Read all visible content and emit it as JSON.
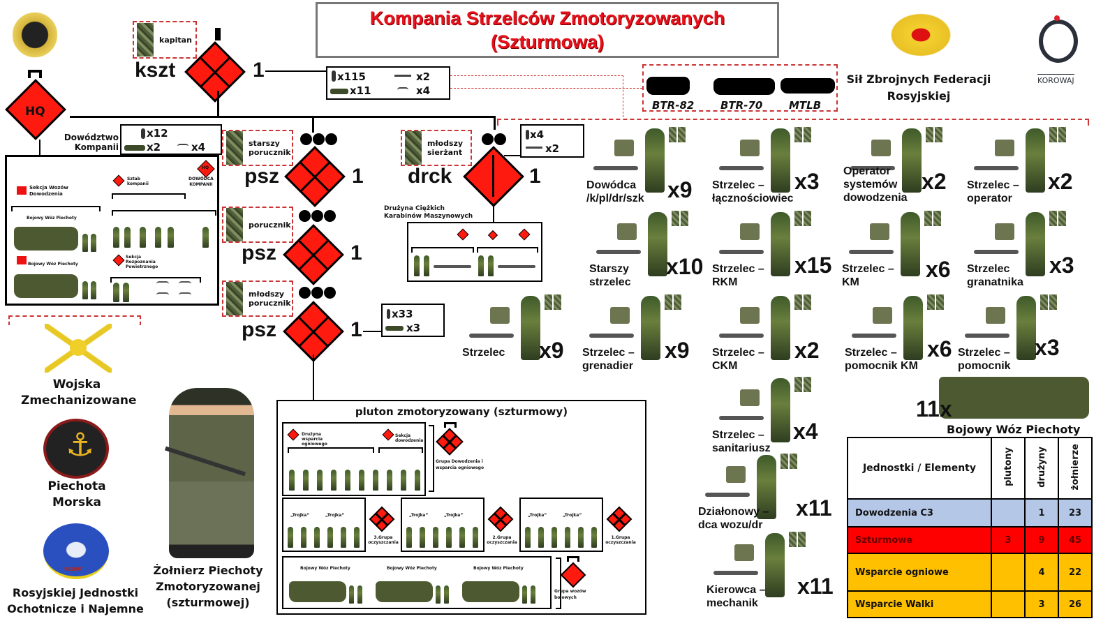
{
  "title": {
    "line1": "Kompania Strzelców Zmotoryzowanych",
    "line2": "(Szturmowa)"
  },
  "header_right": {
    "org_line1": "Sił Zbrojnych Federacji",
    "org_line2": "Rosyjskiej",
    "brand": "KOROWAJ"
  },
  "company": {
    "rank": "kapitan",
    "abbr": "kszt",
    "count": "1",
    "totals": {
      "soldiers": "x115",
      "vehicles": "x11",
      "heavy_mg": "x2",
      "drones": "x4"
    }
  },
  "vehicles": [
    "BTR-82",
    "BTR-70",
    "MTLB"
  ],
  "hq": {
    "symbol": "HQ",
    "label_line1": "Dowództwo",
    "label_line2": "Kompanii",
    "soldiers": "x12",
    "vehicles": "x2",
    "drones": "x4",
    "detail": {
      "wozy": "Sekcja Wozów Dowodzenia",
      "sztab": "Sztab kompanii",
      "dowodca_line1": "DOWÓDCA",
      "dowodca_line2": "KOMPANII",
      "bwp1": "Bojowy Wóz Piechoty",
      "bwp2": "Bojowy Wóz Piechoty",
      "rozpoznanie": "Sekcja Rozpoznania Powietrznego",
      "hq_small": "HQ"
    }
  },
  "platoons": [
    {
      "rank_line1": "starszy",
      "rank_line2": "porucznik",
      "abbr": "psz",
      "count": "1"
    },
    {
      "rank_line1": "porucznik",
      "rank_line2": "",
      "abbr": "psz",
      "count": "1"
    },
    {
      "rank_line1": "młodszy",
      "rank_line2": "porucznik",
      "abbr": "psz",
      "count": "1",
      "soldiers": "x33",
      "vehicles": "x3"
    }
  ],
  "drck": {
    "rank_line1": "młodszy",
    "rank_line2": "sierżant",
    "abbr": "drck",
    "count": "1",
    "soldiers": "x4",
    "heavy_mg": "x2",
    "label_line1": "Drużyna Ciężkich",
    "label_line2": "Karabinów Maszynowych"
  },
  "roles": [
    {
      "line1": "Dowódca",
      "line2": "/k/pl/dr/szk",
      "count": "x9"
    },
    {
      "line1": "Strzelec –",
      "line2": "łącznościowiec",
      "count": "x3"
    },
    {
      "line1": "Operator",
      "line2": "systemów",
      "line3": "dowodzenia",
      "count": "x2"
    },
    {
      "line1": "Strzelec –",
      "line2": "operator",
      "count": "x2"
    },
    {
      "line1": "Starszy",
      "line2": "strzelec",
      "count": "x10"
    },
    {
      "line1": "Strzelec –",
      "line2": "RKM",
      "count": "x15"
    },
    {
      "line1": "Strzelec –",
      "line2": "KM",
      "count": "x6"
    },
    {
      "line1": "Strzelec",
      "line2": "granatnika",
      "count": "x3"
    },
    {
      "line1": "Strzelec",
      "line2": "",
      "count": "x9"
    },
    {
      "line1": "Strzelec –",
      "line2": "grenadier",
      "count": "x9"
    },
    {
      "line1": "Strzelec –",
      "line2": "CKM",
      "count": "x2"
    },
    {
      "line1": "Strzelec –",
      "line2": "pomocnik KM",
      "count": "x6"
    },
    {
      "line1": "Strzelec –",
      "line2": "pomocnik",
      "count": "x3"
    },
    {
      "line1": "Strzelec –",
      "line2": "sanitariusz",
      "count": "x4"
    },
    {
      "line1": "Działonowy –",
      "line2": "dca wozu/dr",
      "count": "x11"
    },
    {
      "line1": "Kierowca –",
      "line2": "mechanik",
      "count": "x11"
    }
  ],
  "bwp_big": {
    "count": "11x",
    "label": "Bojowy Wóz Piechoty"
  },
  "branches": [
    {
      "line1": "Wojska",
      "line2": "Zmechanizowane"
    },
    {
      "line1": "Piechota",
      "line2": "Morska"
    },
    {
      "line1": "Rosyjskiej Jednostki",
      "line2": "Ochotnicze i Najemne",
      "emblem_text": "REDUT"
    }
  ],
  "soldier_caption": {
    "line1": "Żołnierz Piechoty",
    "line2": "Zmotoryzowanej",
    "line3": "(szturmowej)"
  },
  "pluton": {
    "title": "pluton zmotoryzowany (szturmowy)",
    "wsparcie": "Drużyna wsparcia ogniowego",
    "sekcja": "Sekcja dowodzenia",
    "grupa_dow": "Grupa Dowodzenia i wsparcia ogniowego",
    "trojka": "„Trojka”",
    "groups": [
      "3.Grupa oczyszczania",
      "2.Grupa oczyszczania",
      "1.Grupa oczyszczania"
    ],
    "bwp": "Bojowy Wóz Piechoty",
    "grupa_wozow": "Grupa wozów bojowych"
  },
  "summary_table": {
    "headers": [
      "Jednostki / Elementy",
      "plutony",
      "drużyny",
      "żołnierze"
    ],
    "rows": [
      {
        "name": "Dowodzenia C3",
        "plutony": "",
        "druzyny": "1",
        "zolnierze": "23",
        "color": "#b4c7e7"
      },
      {
        "name": "Szturmowe",
        "plutony": "3",
        "druzyny": "9",
        "zolnierze": "45",
        "color": "#ff0000"
      },
      {
        "name": "Wsparcie ogniowe",
        "plutony": "",
        "druzyny": "4",
        "zolnierze": "22",
        "color": "#ffc000"
      },
      {
        "name": "Wsparcie Walki",
        "plutony": "",
        "druzyny": "3",
        "zolnierze": "26",
        "color": "#ffc000"
      }
    ]
  },
  "colors": {
    "symbol_red": "#ff1a10",
    "title_red": "#e8101a",
    "dashed": "#cc3333"
  }
}
